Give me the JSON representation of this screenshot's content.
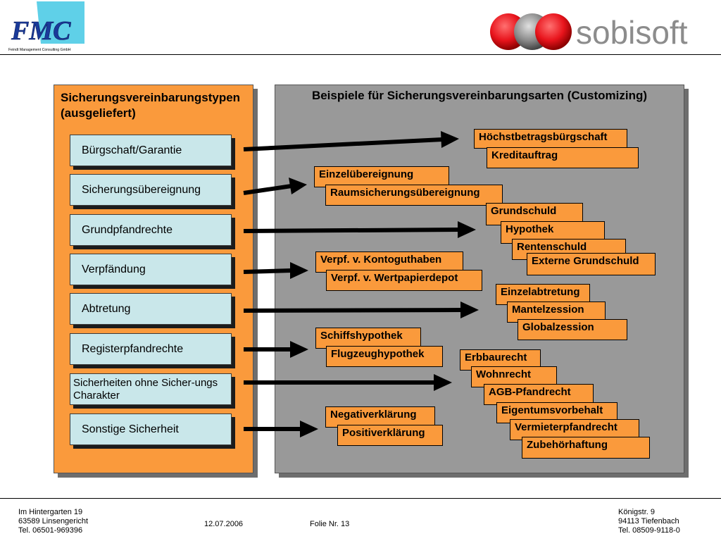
{
  "header": {
    "fmc_logo_text": "FMC",
    "fmc_subtitle": "Feindt Management Consulting GmbH",
    "sobisoft_logo_text": "sobisoft"
  },
  "left_panel": {
    "title": "Sicherungsvereinbarungstypen (ausgeliefert)",
    "categories": [
      "Bürgschaft/Garantie",
      "Sicherungsübereignung",
      "Grundpfandrechte",
      "Verpfändung",
      "Abtretung",
      "Registerpfandrechte",
      "Sicherheiten ohne Sicher-ungs Charakter",
      "Sonstige Sicherheit"
    ]
  },
  "right_panel": {
    "title": "Beispiele für Sicherungsvereinbarungsarten (Customizing)",
    "examples": [
      "Höchstbetragsbürgschaft",
      "Kreditauftrag",
      "Einzelübereignung",
      "Raumsicherungsübereignung",
      "Grundschuld",
      "Hypothek",
      "Rentenschuld",
      "Externe Grundschuld",
      "Verpf. v. Kontoguthaben",
      "Verpf. v. Wertpapierdepot",
      "Einzelabtretung",
      "Mantelzession",
      "Globalzession",
      "Schiffshypothek",
      "Flugzeughypothek",
      "Erbbaurecht",
      "Wohnrecht",
      "AGB-Pfandrecht",
      "Eigentumsvorbehalt",
      "Vermieterpfandrecht",
      "Zubehörhaftung",
      "Negativerklärung",
      "Positiverklärung"
    ]
  },
  "footer": {
    "left_line1": "Im Hintergarten 19",
    "left_line2": "63589 Linsengericht",
    "left_line3": "Tel. 06501-969396",
    "date": "12.07.2006",
    "slide": "Folie Nr. 13",
    "right_line1": "Königstr. 9",
    "right_line2": "94113 Tiefenbach",
    "right_line3": "Tel. 08509-9118-0"
  },
  "colors": {
    "orange": "#fa9a3c",
    "light_blue": "#c9e7ea",
    "gray_panel": "#999999",
    "logo_red": "#e8141c",
    "logo_gray": "#8c8c8c",
    "fmc_cyan": "#5fd0e8",
    "fmc_blue": "#1a3a9a"
  }
}
